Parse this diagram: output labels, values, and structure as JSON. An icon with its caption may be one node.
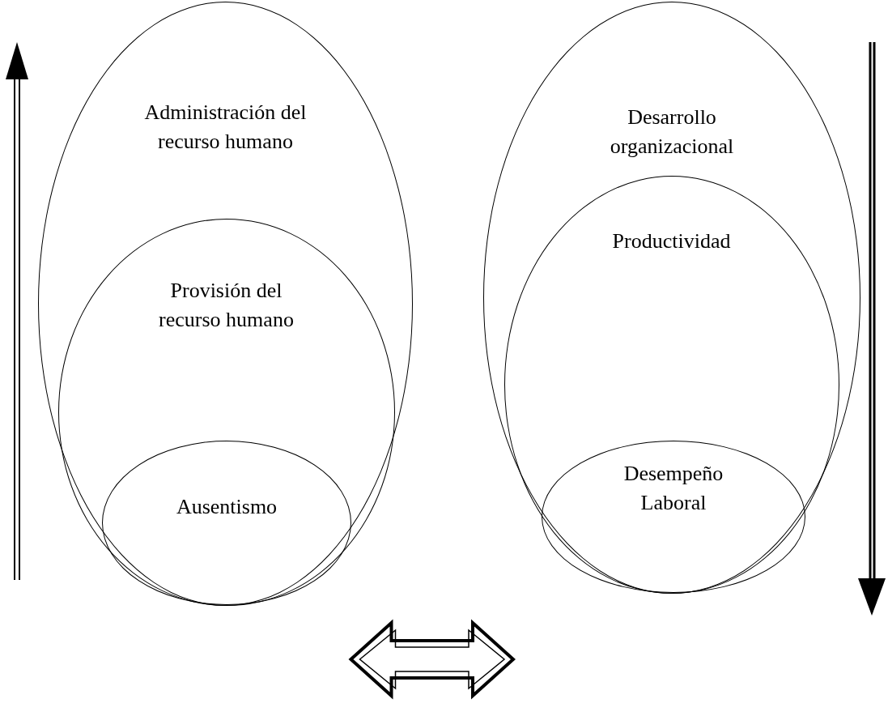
{
  "diagram": {
    "nodes": [
      {
        "text": [
          "Administración del recurso humano"
        ]
      },
      {
        "text": [
          "Provisión del recurso humano"
        ],
        "in": 0
      },
      {
        "text": [
          "Ausentismo"
        ],
        "in": 1
      },
      {
        "text": [
          "Desarrollo organizacional"
        ]
      },
      {
        "text": [
          "Productividad"
        ],
        "in": 3
      },
      {
        "text": [
          "Desempeño Laboral"
        ],
        "in": 4
      }
    ],
    "edges": [
      {
        "from": 0,
        "to": 3,
        "arrow": "both"
      }
    ]
  }
}
